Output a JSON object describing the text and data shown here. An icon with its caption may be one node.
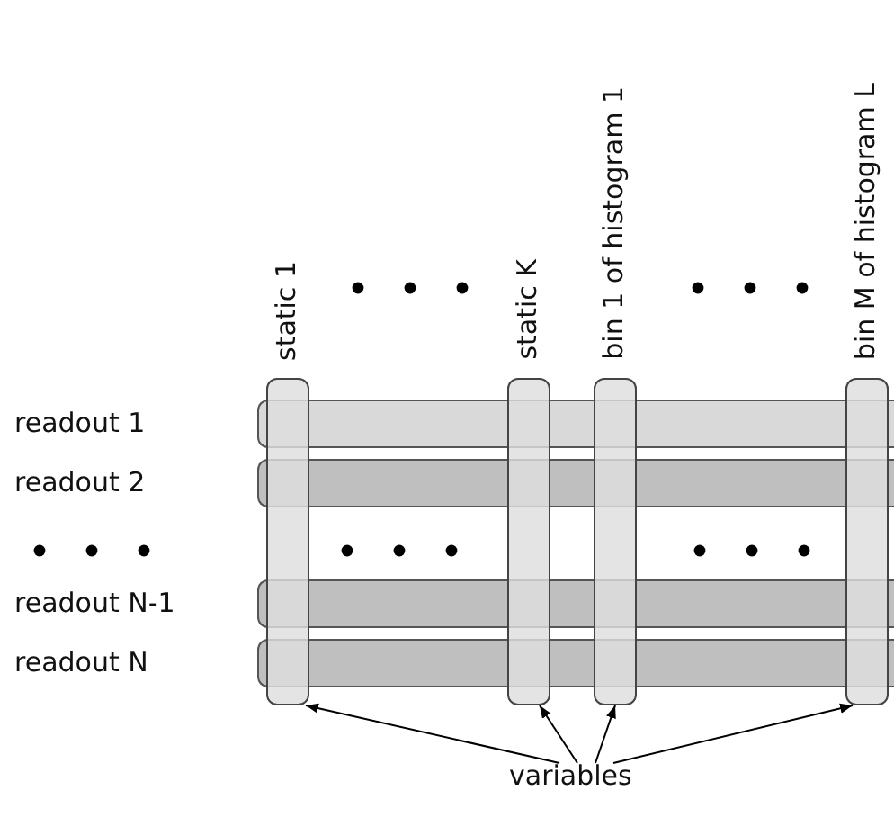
{
  "diagram": {
    "nodes": [
      {
        "text": [
          "readout 1"
        ]
      },
      {
        "text": [
          "readout 2"
        ]
      },
      {
        "text": [
          "readout N-1"
        ]
      },
      {
        "text": [
          "readout N"
        ]
      },
      {
        "text": [
          "static 1"
        ]
      },
      {
        "text": [
          "static K"
        ]
      },
      {
        "text": [
          "bin 1 of histogram 1"
        ]
      },
      {
        "text": [
          "bin M of histogram L"
        ]
      },
      {
        "text": [
          "variables"
        ]
      }
    ],
    "edges": [
      {
        "from": 8,
        "to": 4,
        "arrow": "to"
      },
      {
        "from": 8,
        "to": 5,
        "arrow": "to"
      },
      {
        "from": 8,
        "to": 6,
        "arrow": "to"
      },
      {
        "from": 8,
        "to": 7,
        "arrow": "to"
      }
    ]
  }
}
